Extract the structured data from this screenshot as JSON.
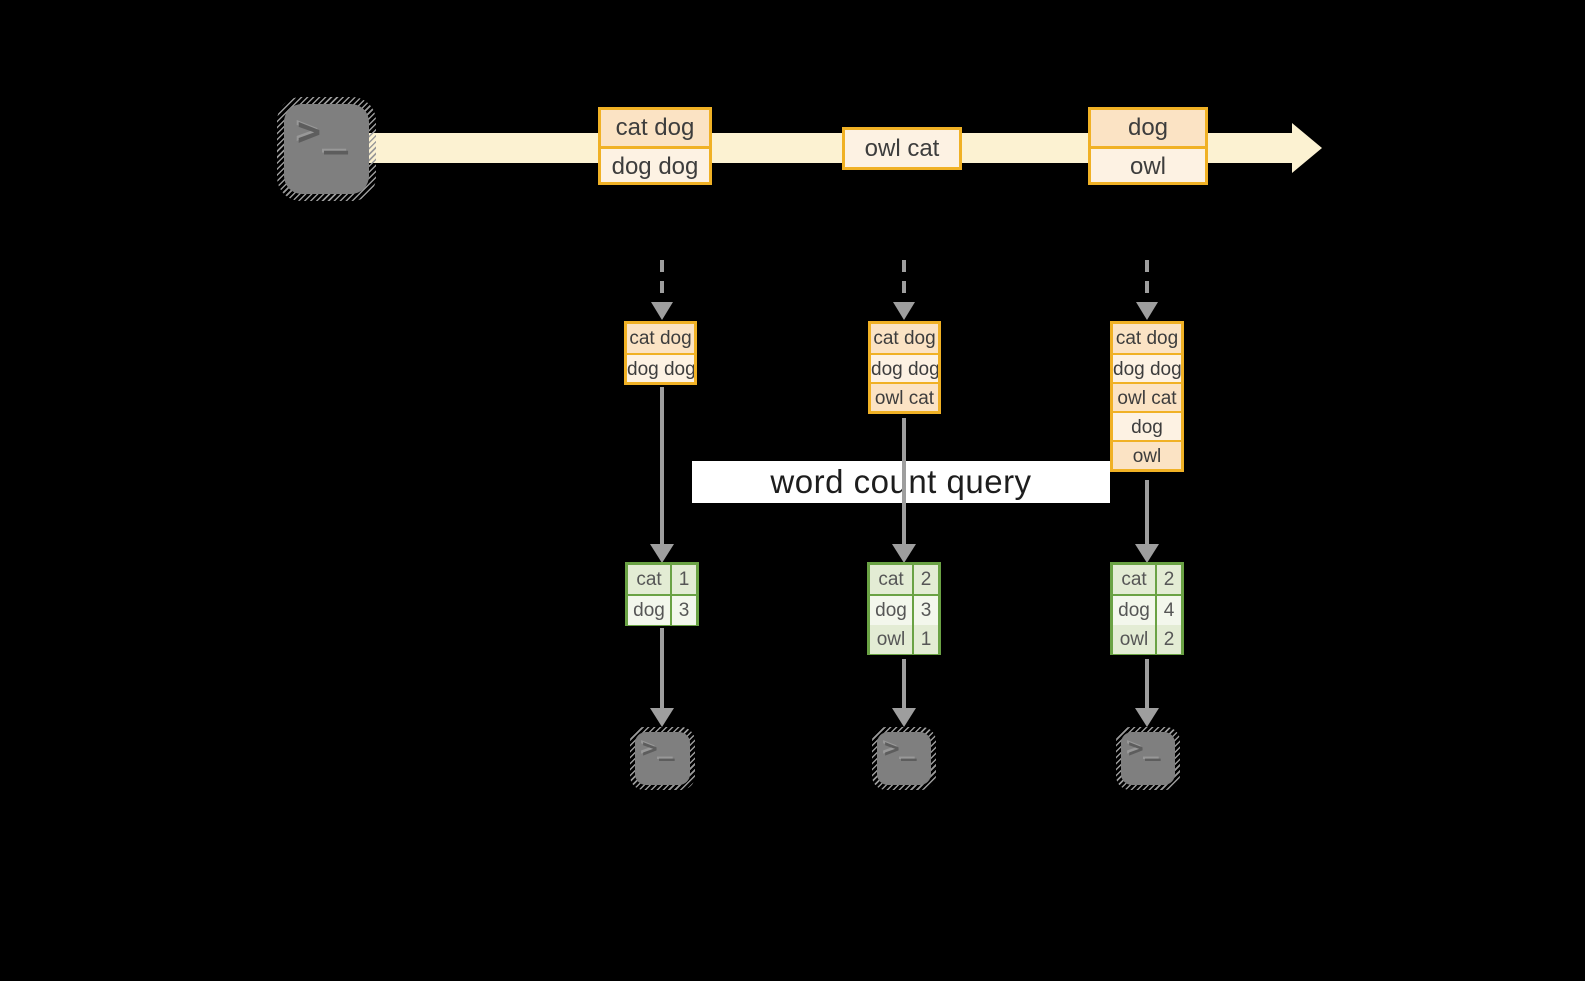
{
  "diagram": {
    "kind": "streaming word count over micro-batches"
  },
  "stream": {
    "batches": [
      {
        "lines": [
          "cat dog",
          "dog dog"
        ]
      },
      {
        "lines": [
          "owl cat"
        ]
      },
      {
        "lines": [
          "dog",
          "owl"
        ]
      }
    ]
  },
  "query": {
    "label": "word count query"
  },
  "columns": [
    {
      "input": [
        "cat dog",
        "dog dog"
      ],
      "counts": [
        {
          "word": "cat",
          "count": "1"
        },
        {
          "word": "dog",
          "count": "3"
        }
      ]
    },
    {
      "input": [
        "cat dog",
        "dog dog",
        "owl cat"
      ],
      "counts": [
        {
          "word": "cat",
          "count": "2"
        },
        {
          "word": "dog",
          "count": "3"
        },
        {
          "word": "owl",
          "count": "1"
        }
      ]
    },
    {
      "input": [
        "cat dog",
        "dog dog",
        "owl cat",
        "dog",
        "owl"
      ],
      "counts": [
        {
          "word": "cat",
          "count": "2"
        },
        {
          "word": "dog",
          "count": "4"
        },
        {
          "word": "owl",
          "count": "2"
        }
      ]
    }
  ],
  "icons": {
    "terminal_prompt": ">",
    "terminal_cursor": "_"
  },
  "colors": {
    "background": "#000000",
    "stream_band": "#fcf2d2",
    "record_border": "#f0b125",
    "record_fill_dark": "#fbe3c4",
    "record_fill_light": "#fdf2e3",
    "table_border": "#6aa244",
    "table_fill_dark": "#e3ecd4",
    "table_fill_light": "#f3f7ec",
    "arrow_gray": "#9e9e9e",
    "terminal_gray": "#7f7f7f",
    "query_box_bg": "#ffffff",
    "query_text": "#1d1d1d"
  }
}
